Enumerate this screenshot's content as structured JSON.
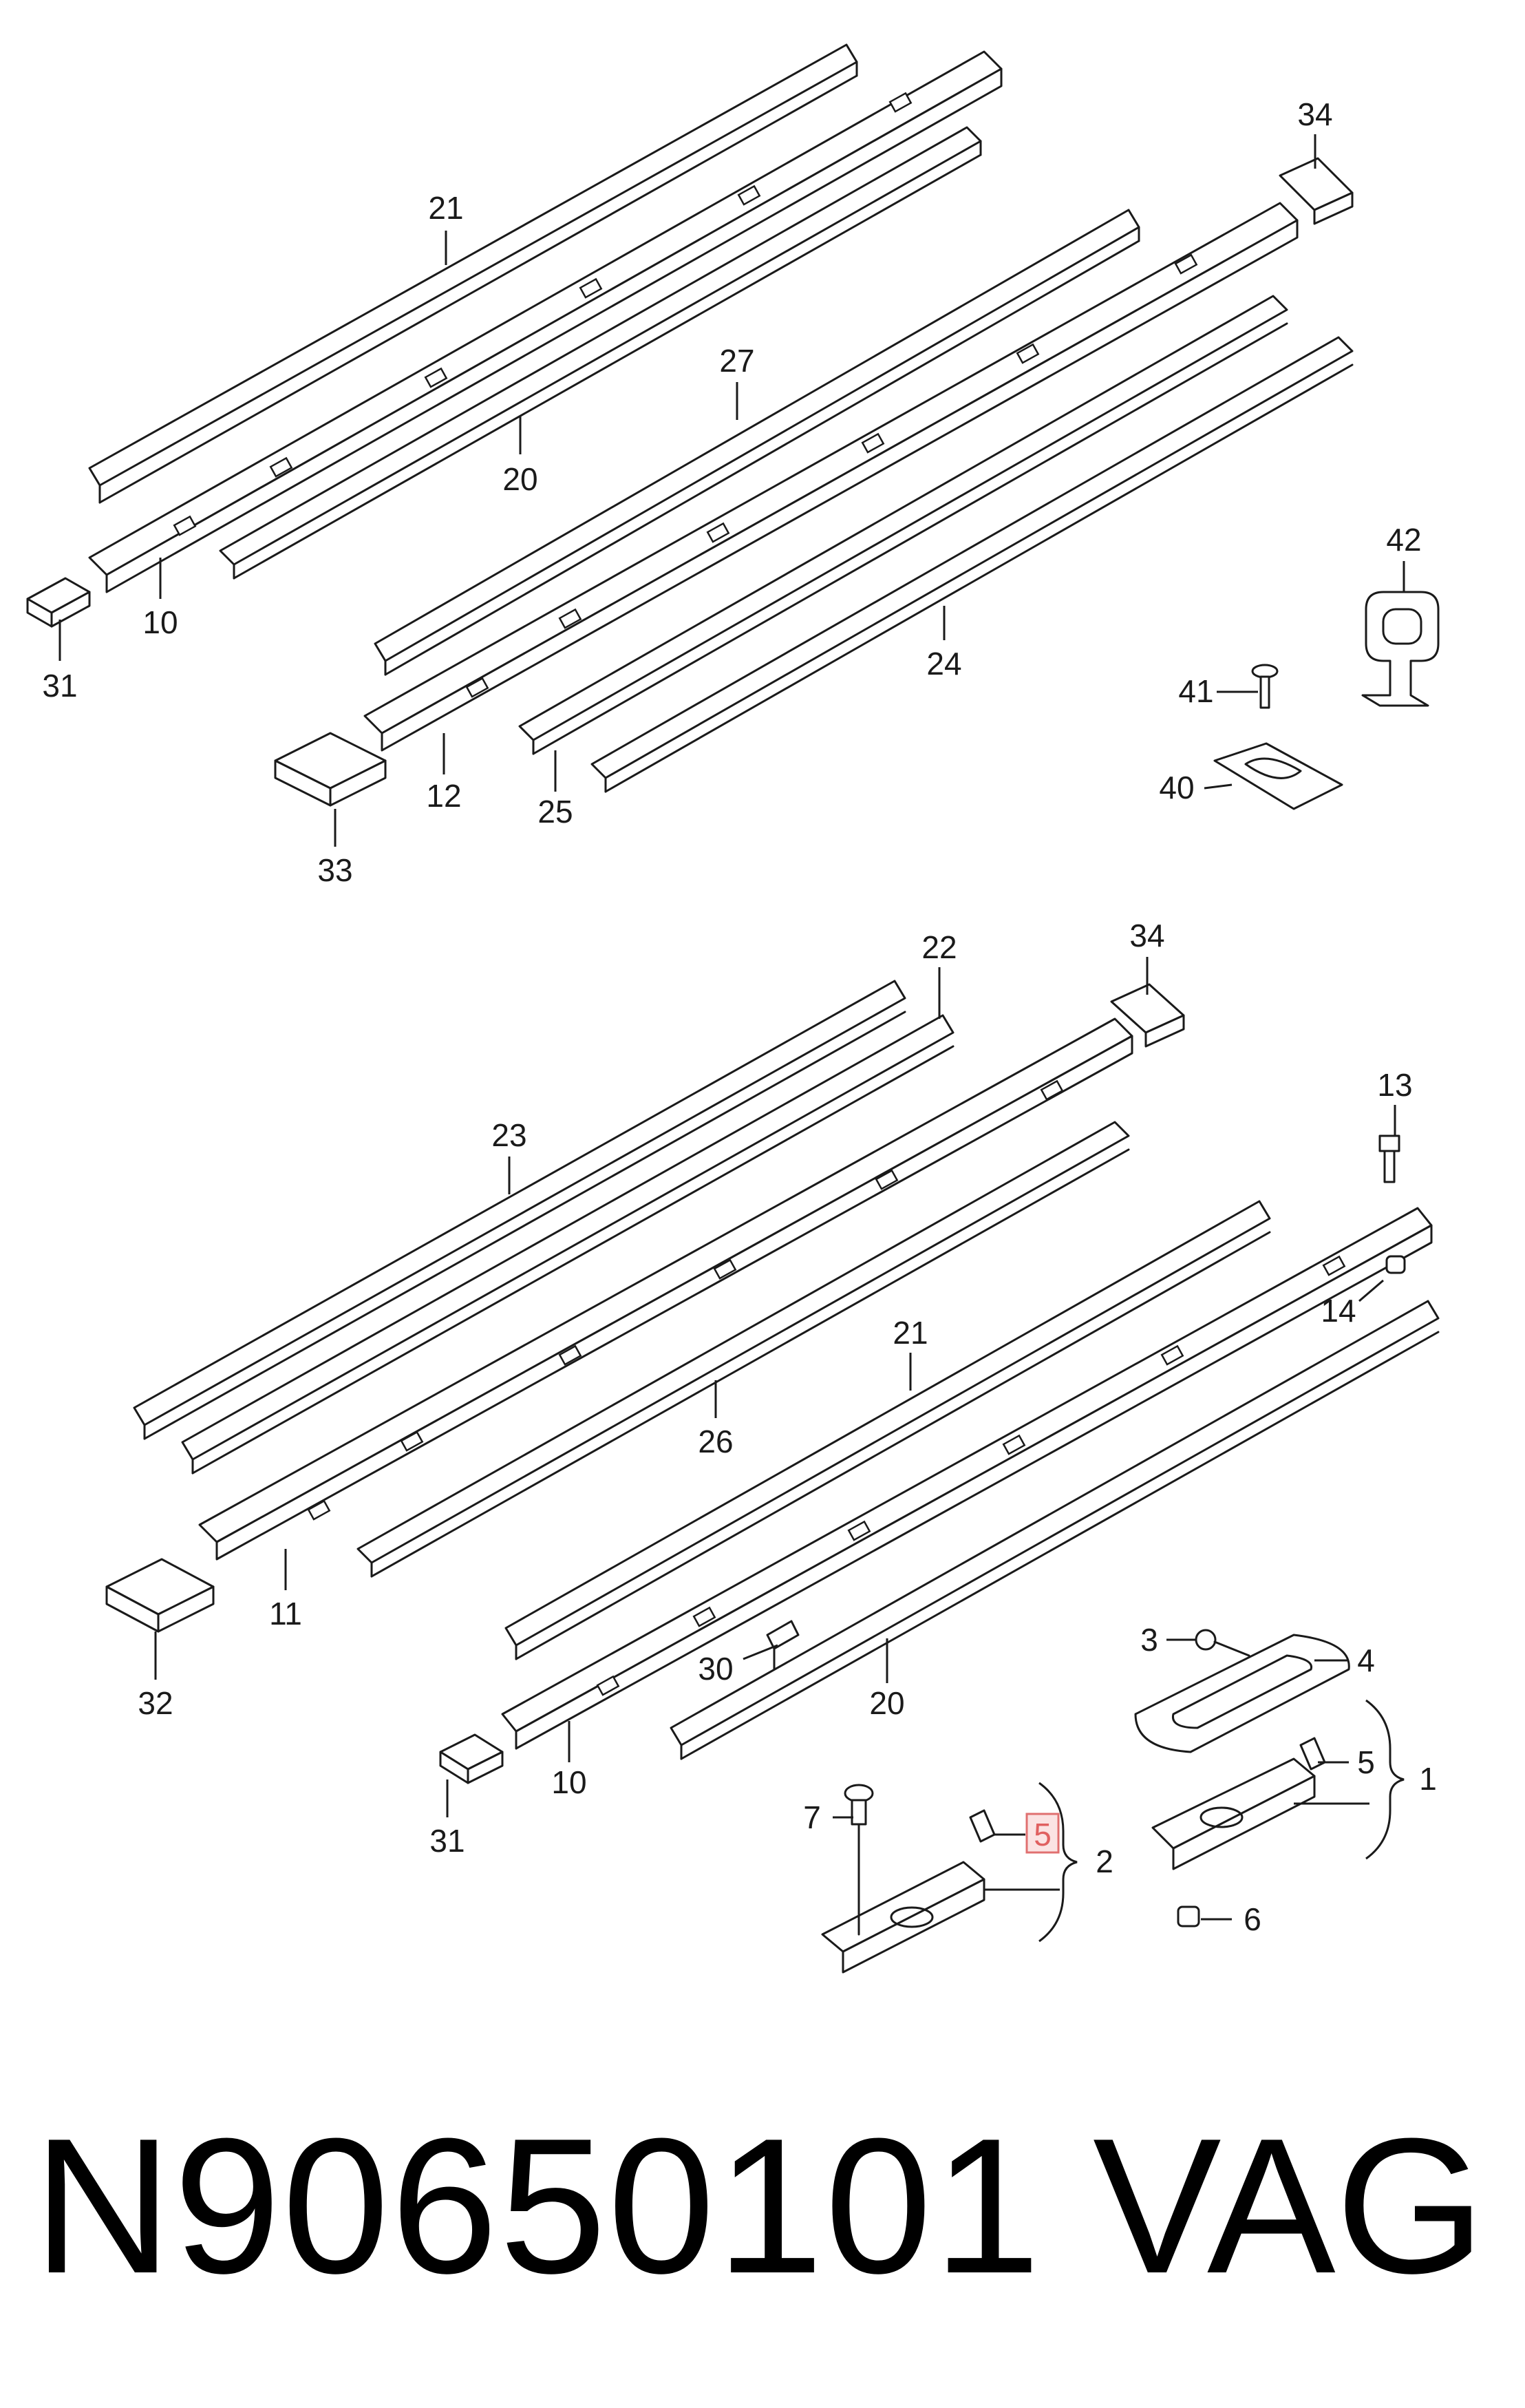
{
  "callouts": {
    "c21a": "21",
    "c34a": "34",
    "c27": "27",
    "c20a": "20",
    "c10a": "10",
    "c31a": "31",
    "c12": "12",
    "c33": "33",
    "c25": "25",
    "c24": "24",
    "c42": "42",
    "c41": "41",
    "c40": "40",
    "c22": "22",
    "c34b": "34",
    "c23": "23",
    "c13": "13",
    "c14": "14",
    "c26": "26",
    "c21b": "21",
    "c11": "11",
    "c32": "32",
    "c30": "30",
    "c20b": "20",
    "c10b": "10",
    "c31b": "31",
    "c3": "3",
    "c4": "4",
    "c5a": "5",
    "c1": "1",
    "c7": "7",
    "c5b": "5",
    "c2": "2",
    "c6": "6"
  },
  "highlight": {
    "label": "5",
    "color": "#e06060"
  },
  "footer": {
    "part_number": "N90650101",
    "manufacturer": "VAG"
  }
}
